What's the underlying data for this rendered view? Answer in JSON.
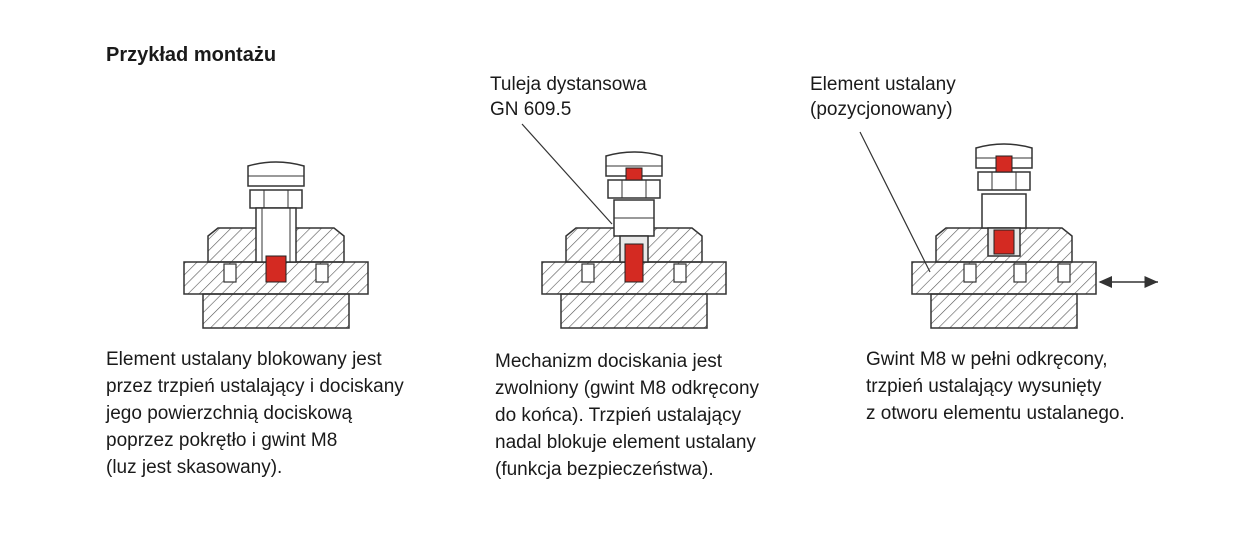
{
  "title": "Przykład montażu",
  "callouts": {
    "spacer": [
      "Tuleja dystansowa",
      "GN 609.5"
    ],
    "element": [
      "Element ustalany",
      "(pozycjonowany)"
    ]
  },
  "captions": [
    [
      "Element ustalany blokowany jest",
      "przez trzpień ustalający i dociskany",
      "jego powierzchnią dociskową",
      "poprzez pokrętło i gwint M8",
      "(luz jest skasowany)."
    ],
    [
      "Mechanizm dociskania jest",
      "zwolniony (gwint M8 odkręcony",
      "do końca). Trzpień ustalający",
      "nadal blokuje element ustalany",
      "(funkcja bezpieczeństwa)."
    ],
    [
      "Gwint M8 w pełni odkręcony,",
      "trzpień ustalający wysunięty",
      "z otworu elementu ustalanego."
    ]
  ],
  "icons": {
    "move": "double-arrow-icon"
  },
  "colors": {
    "pin": "#d42a22",
    "line": "#333333",
    "hatch": "#555555"
  }
}
